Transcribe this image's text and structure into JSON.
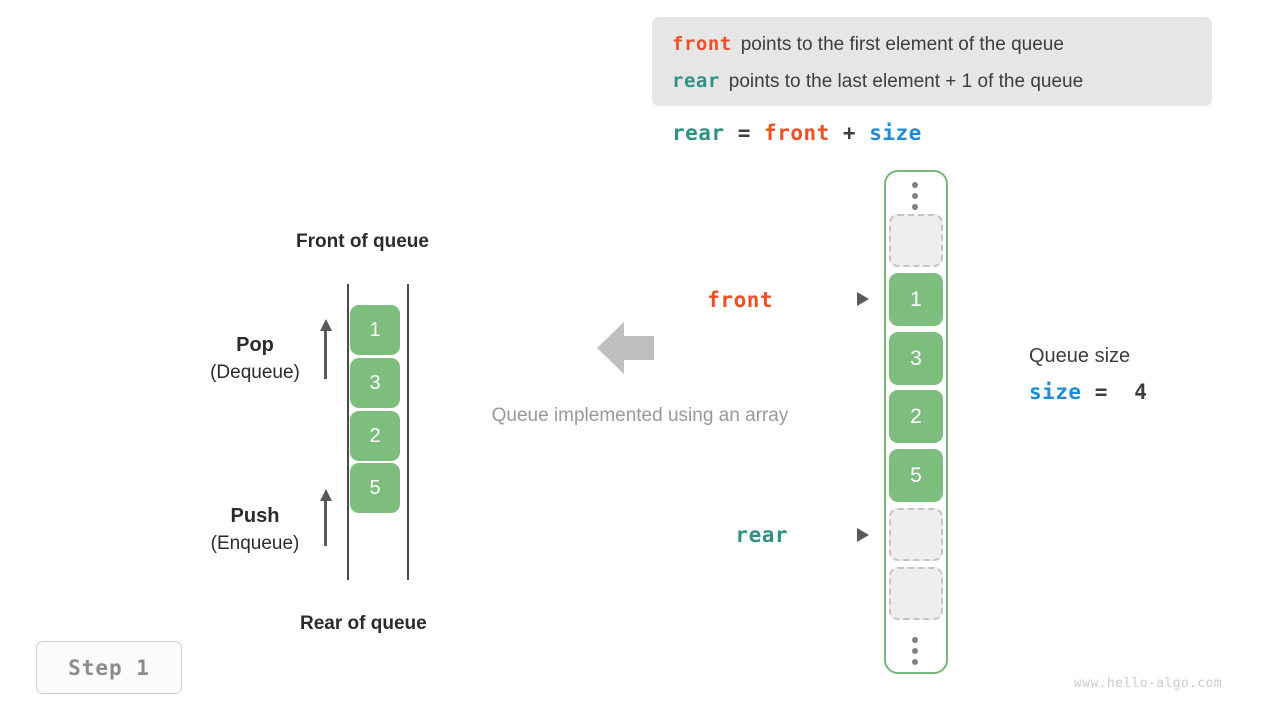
{
  "legend": {
    "lines": [
      {
        "term": "front",
        "term_color": "#ef5023",
        "text": "points to the first element of the queue"
      },
      {
        "term": "rear",
        "term_color": "#2f9186",
        "text": "points to the last element + 1 of the queue"
      }
    ],
    "background": "#e6e6e6"
  },
  "formula": {
    "lhs": "rear",
    "eq": "=",
    "rhs1": "front",
    "plus": "+",
    "rhs2": "size",
    "full": "rear = front + size"
  },
  "array": {
    "slots": [
      {
        "kind": "dots",
        "value": ""
      },
      {
        "kind": "empty",
        "value": ""
      },
      {
        "kind": "filled",
        "value": "1"
      },
      {
        "kind": "filled",
        "value": "3"
      },
      {
        "kind": "filled",
        "value": "2"
      },
      {
        "kind": "filled",
        "value": "5"
      },
      {
        "kind": "empty",
        "value": ""
      },
      {
        "kind": "empty",
        "value": ""
      },
      {
        "kind": "dots",
        "value": ""
      }
    ],
    "pointers": [
      {
        "label": "front",
        "color": "#ef5023",
        "target_index": 2
      },
      {
        "label": "rear",
        "color": "#2f9186",
        "target_index": 6
      }
    ],
    "fill_color": "#7dbd7d",
    "empty_color": "#eeeeee",
    "border_color": "#77b877"
  },
  "queue_size": {
    "title": "Queue size",
    "var": "size",
    "eq": "=",
    "value": "4"
  },
  "left_diagram": {
    "front_label": "Front of queue",
    "rear_label": "Rear of queue",
    "cells": [
      "1",
      "3",
      "2",
      "5"
    ],
    "pop": {
      "title": "Pop",
      "subtitle": "(Dequeue)"
    },
    "push": {
      "title": "Push",
      "subtitle": "(Enqueue)"
    }
  },
  "center": {
    "caption": "Queue implemented using an array",
    "arrow_color": "#bfbfbf"
  },
  "step_badge": {
    "label": "Step 1"
  },
  "watermark": {
    "text": "www.hello-algo.com"
  }
}
